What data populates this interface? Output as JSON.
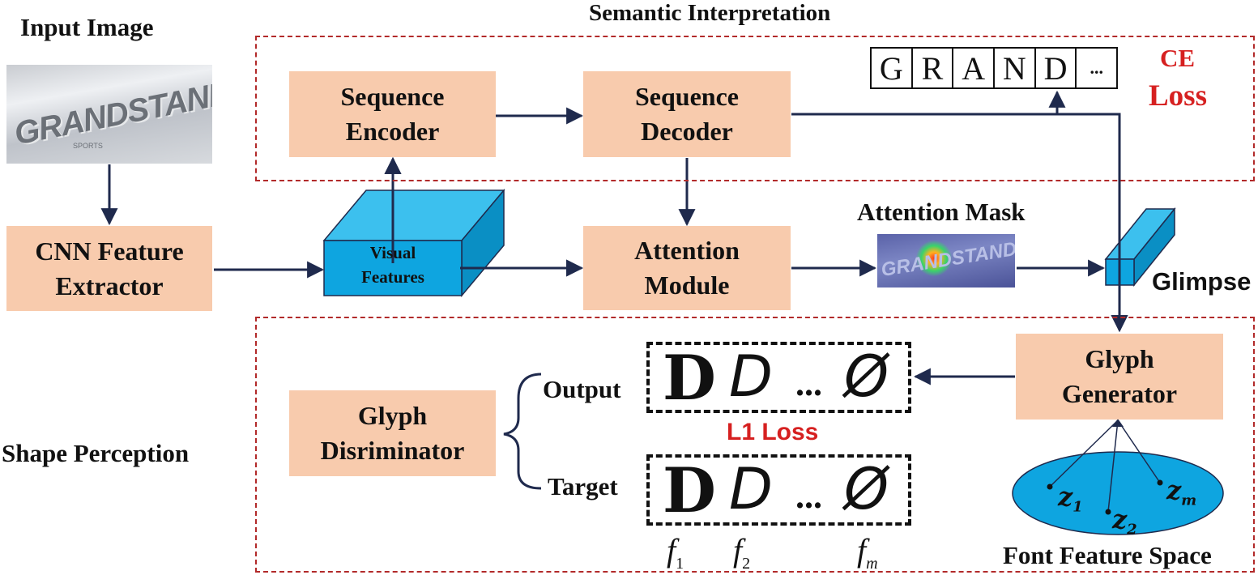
{
  "title": "Semantic Interpretation",
  "input_image_label": "Input Image",
  "input_image_text": "GRANDSTAND",
  "input_image_subtext": "SPORTS",
  "cnn_box": [
    "CNN Feature",
    "Extractor"
  ],
  "visual_features": [
    "Visual",
    "Features"
  ],
  "seq_encoder": [
    "Sequence",
    "Encoder"
  ],
  "seq_decoder": [
    "Sequence",
    "Decoder"
  ],
  "attention_module": [
    "Attention",
    "Module"
  ],
  "attention_mask_label": "Attention Mask",
  "glimpse_label": "Glimpse",
  "tokens": [
    "G",
    "R",
    "A",
    "N",
    "D",
    "..."
  ],
  "ce_loss": [
    "CE",
    "Loss"
  ],
  "shape_perception_label": "Shape Perception",
  "glyph_discriminator": [
    "Glyph",
    "Disriminator"
  ],
  "output_label": "Output",
  "target_label": "Target",
  "l1_loss": "L1 Loss",
  "glyph_generator": [
    "Glyph",
    "Generator"
  ],
  "font_feature_space": "Font Feature Space",
  "latent_labels": [
    "z1",
    "z2",
    "zm"
  ],
  "glyph_row_dots": "...",
  "f_labels": [
    "f1",
    "f2",
    "fm"
  ],
  "colors": {
    "box": "#f8cbad",
    "feature_blue": "#0ea5e0",
    "dash_red": "#b22a2a",
    "loss_red": "#d62020",
    "arrow": "#1f2a4d"
  }
}
